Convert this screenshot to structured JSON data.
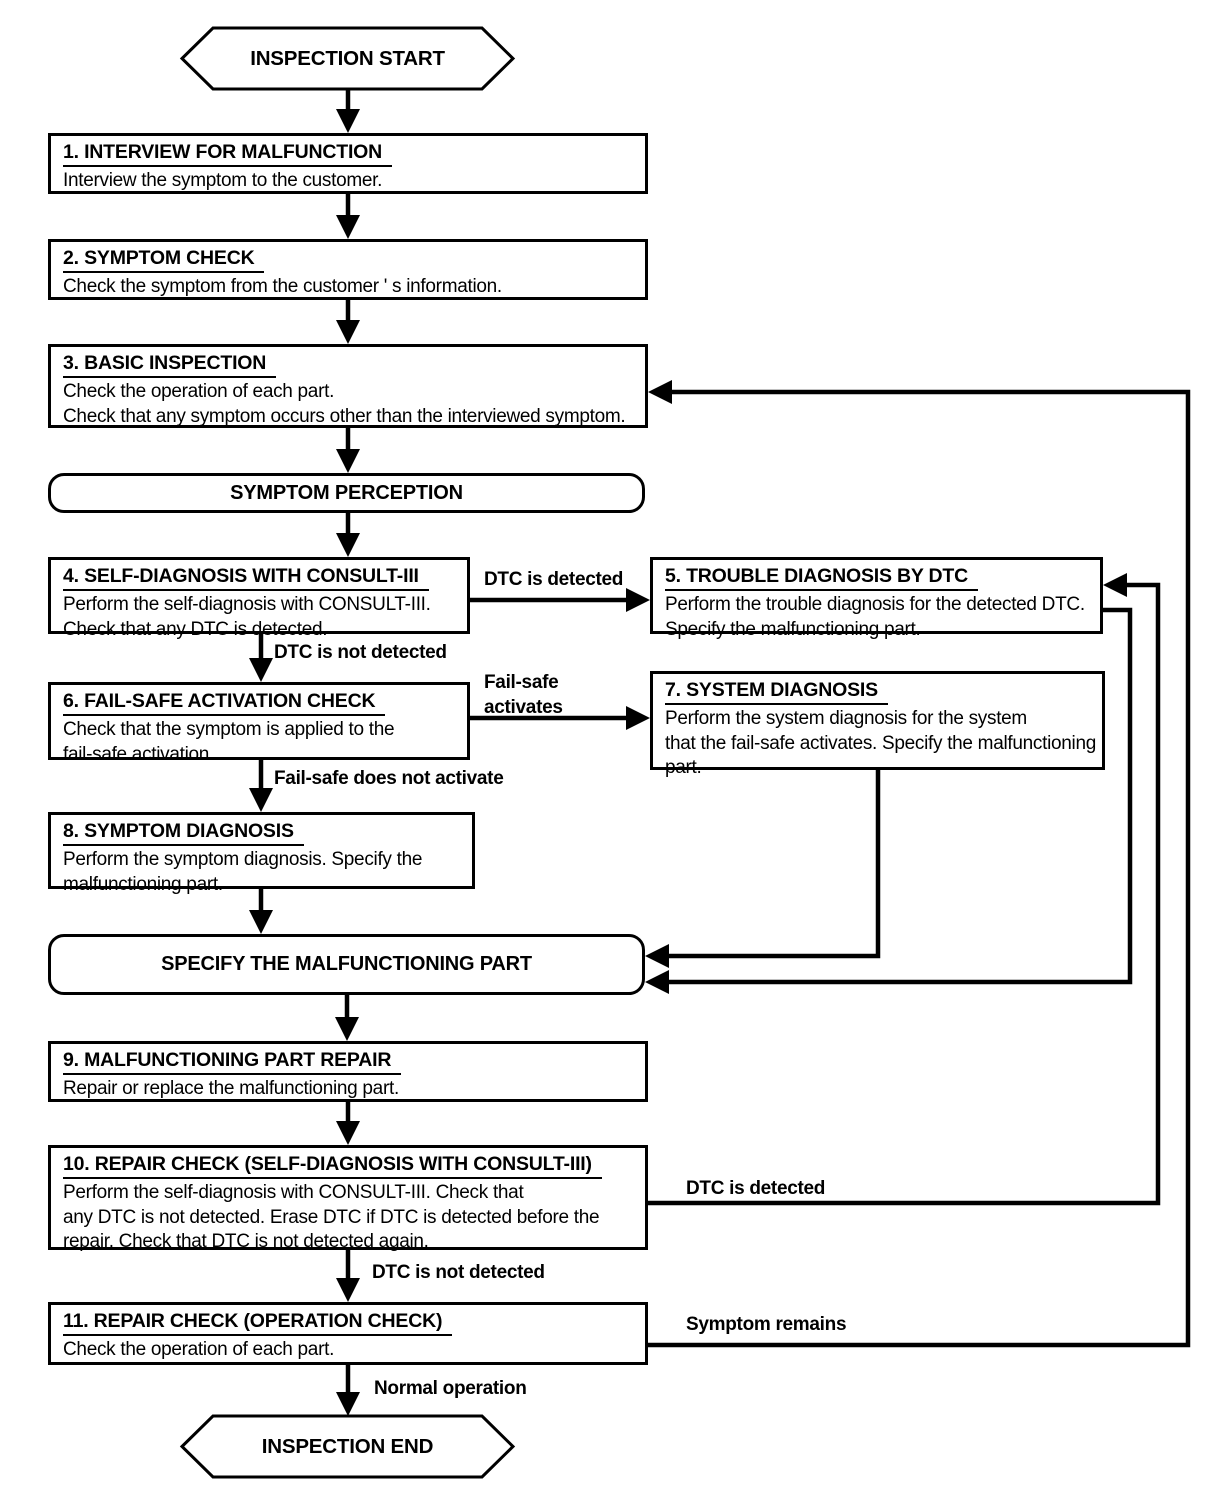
{
  "terminals": {
    "start": "INSPECTION START",
    "symptom_perception": "SYMPTOM PERCEPTION",
    "specify": "SPECIFY THE MALFUNCTIONING PART",
    "end": "INSPECTION END"
  },
  "steps": [
    {
      "title": "1. INTERVIEW FOR MALFUNCTION",
      "lines": [
        "Interview the symptom to the customer."
      ]
    },
    {
      "title": "2. SYMPTOM CHECK",
      "lines": [
        "Check the symptom from the customer ' s information."
      ]
    },
    {
      "title": "3. BASIC INSPECTION",
      "lines": [
        "Check the operation of each part.",
        "Check that any symptom occurs other than the interviewed symptom."
      ]
    },
    {
      "title": "4. SELF-DIAGNOSIS WITH CONSULT-III",
      "lines": [
        "Perform the self-diagnosis with CONSULT-III.",
        "Check that any DTC is detected."
      ]
    },
    {
      "title": "5. TROUBLE DIAGNOSIS BY DTC",
      "lines": [
        "Perform the trouble diagnosis for the detected DTC.",
        "Specify the malfunctioning part."
      ]
    },
    {
      "title": "6. FAIL-SAFE ACTIVATION CHECK",
      "lines": [
        "Check that the symptom is applied to the",
        "fail-safe activation."
      ]
    },
    {
      "title": "7. SYSTEM DIAGNOSIS",
      "lines": [
        "Perform the system diagnosis for the system",
        "that the fail-safe activates. Specify the malfunctioning",
        "part."
      ]
    },
    {
      "title": "8. SYMPTOM DIAGNOSIS",
      "lines": [
        "Perform the symptom diagnosis. Specify the",
        "malfunctioning part."
      ]
    },
    {
      "title": "9. MALFUNCTIONING PART REPAIR",
      "lines": [
        "Repair or replace the malfunctioning part."
      ]
    },
    {
      "title": "10. REPAIR CHECK (SELF-DIAGNOSIS WITH CONSULT-III)",
      "lines": [
        "Perform the self-diagnosis with CONSULT-III. Check that",
        "any DTC is not detected. Erase DTC if DTC is detected before the",
        "repair. Check that DTC is not detected again."
      ]
    },
    {
      "title": "11. REPAIR CHECK (OPERATION CHECK)",
      "lines": [
        "Check the operation of each part."
      ]
    }
  ],
  "edge_labels": {
    "dtc_detected_top": "DTC is detected",
    "dtc_not_detected_top": "DTC is not detected",
    "fail_safe": "Fail-safe",
    "activates": "activates",
    "fail_safe_not": "Fail-safe does not activate",
    "dtc_detected_bottom": "DTC is detected",
    "dtc_not_detected_bottom": "DTC is not detected",
    "symptom_remains": "Symptom remains",
    "normal_operation": "Normal operation"
  },
  "colors": {
    "line": "#000000",
    "background": "#ffffff"
  }
}
